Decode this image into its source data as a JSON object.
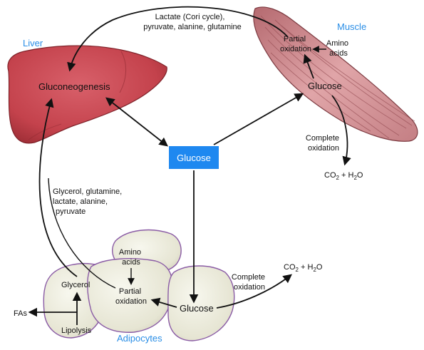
{
  "organs": {
    "liver": {
      "name": "Liver",
      "process": "Gluconeogenesis",
      "color": "#c7474f",
      "name_color": "#2a8ee6"
    },
    "muscle": {
      "name": "Muscle",
      "partial_oxidation_line1": "Partial",
      "partial_oxidation_line2": "oxidation",
      "amino_acids_line1": "Amino",
      "amino_acids_line2": "acids",
      "glucose": "Glucose",
      "complete_oxidation_line1": "Complete",
      "complete_oxidation_line2": "oxidation",
      "co2": "CO",
      "co2_sub": "2",
      "plus_h2o": " + H",
      "h2o_sub": "2",
      "h2o_o": "O",
      "color": "#d99a9e",
      "name_color": "#2a8ee6"
    },
    "adipocytes": {
      "name": "Adipocytes",
      "glycerol": "Glycerol",
      "lipolysis": "Lipolysis",
      "fas": "FAs",
      "amino_acids_line1": "Amino",
      "amino_acids_line2": "acids",
      "partial_oxidation_line1": "Partial",
      "partial_oxidation_line2": "oxidation",
      "glucose": "Glucose",
      "complete_oxidation_line1": "Complete",
      "complete_oxidation_line2": "oxidation",
      "co2": "CO",
      "co2_sub": "2",
      "plus_h2o": " + H",
      "h2o_sub": "2",
      "h2o_o": "O",
      "color": "#ecebdc",
      "name_color": "#2a8ee6"
    }
  },
  "center": {
    "glucose": "Glucose",
    "box_color": "#1e88f0"
  },
  "flows": {
    "muscle_to_liver_line1": "Lactate (Cori cycle),",
    "muscle_to_liver_line2": "pyruvate, alanine, glutamine",
    "adipose_to_liver_line1": "Glycerol, glutamine,",
    "adipose_to_liver_line2": "lactate, alanine,",
    "adipose_to_liver_line3": "pyruvate"
  }
}
